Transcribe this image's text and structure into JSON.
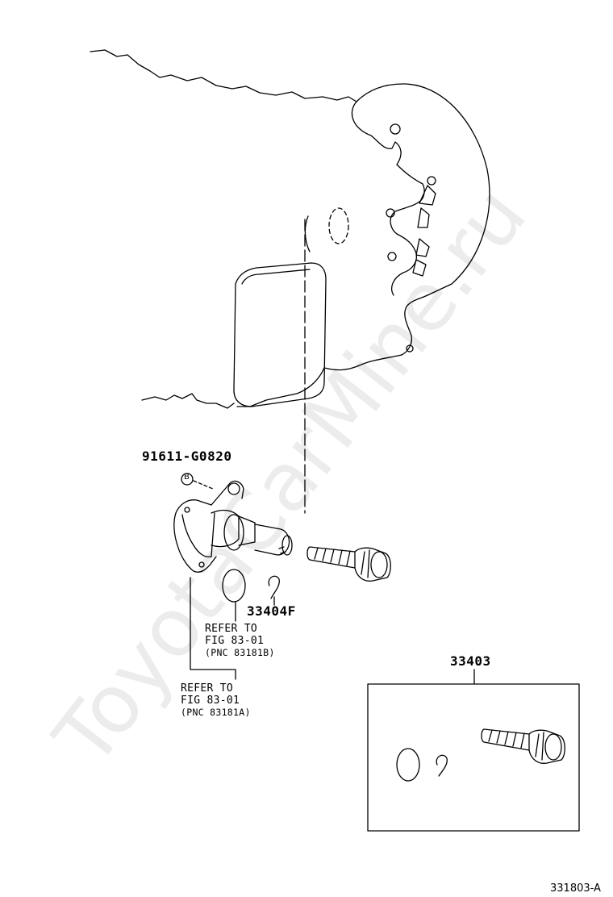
{
  "labels": {
    "bolt_part_number": "91611-G0820",
    "bolt_tag": "B",
    "pinion_part_number": "33404F",
    "kit_part_number": "33403",
    "refer_b": {
      "line1": "REFER TO",
      "line2": "FIG 83-01",
      "line3": "(PNC 83181B)"
    },
    "refer_a": {
      "line1": "REFER TO",
      "line2": "FIG 83-01",
      "line3": "(PNC 83181A)"
    },
    "illustration_code": "331803-A"
  },
  "watermark": "ToyotaCarMine.ru",
  "colors": {
    "line": "#000000",
    "background": "#ffffff",
    "watermark": "#000000"
  }
}
